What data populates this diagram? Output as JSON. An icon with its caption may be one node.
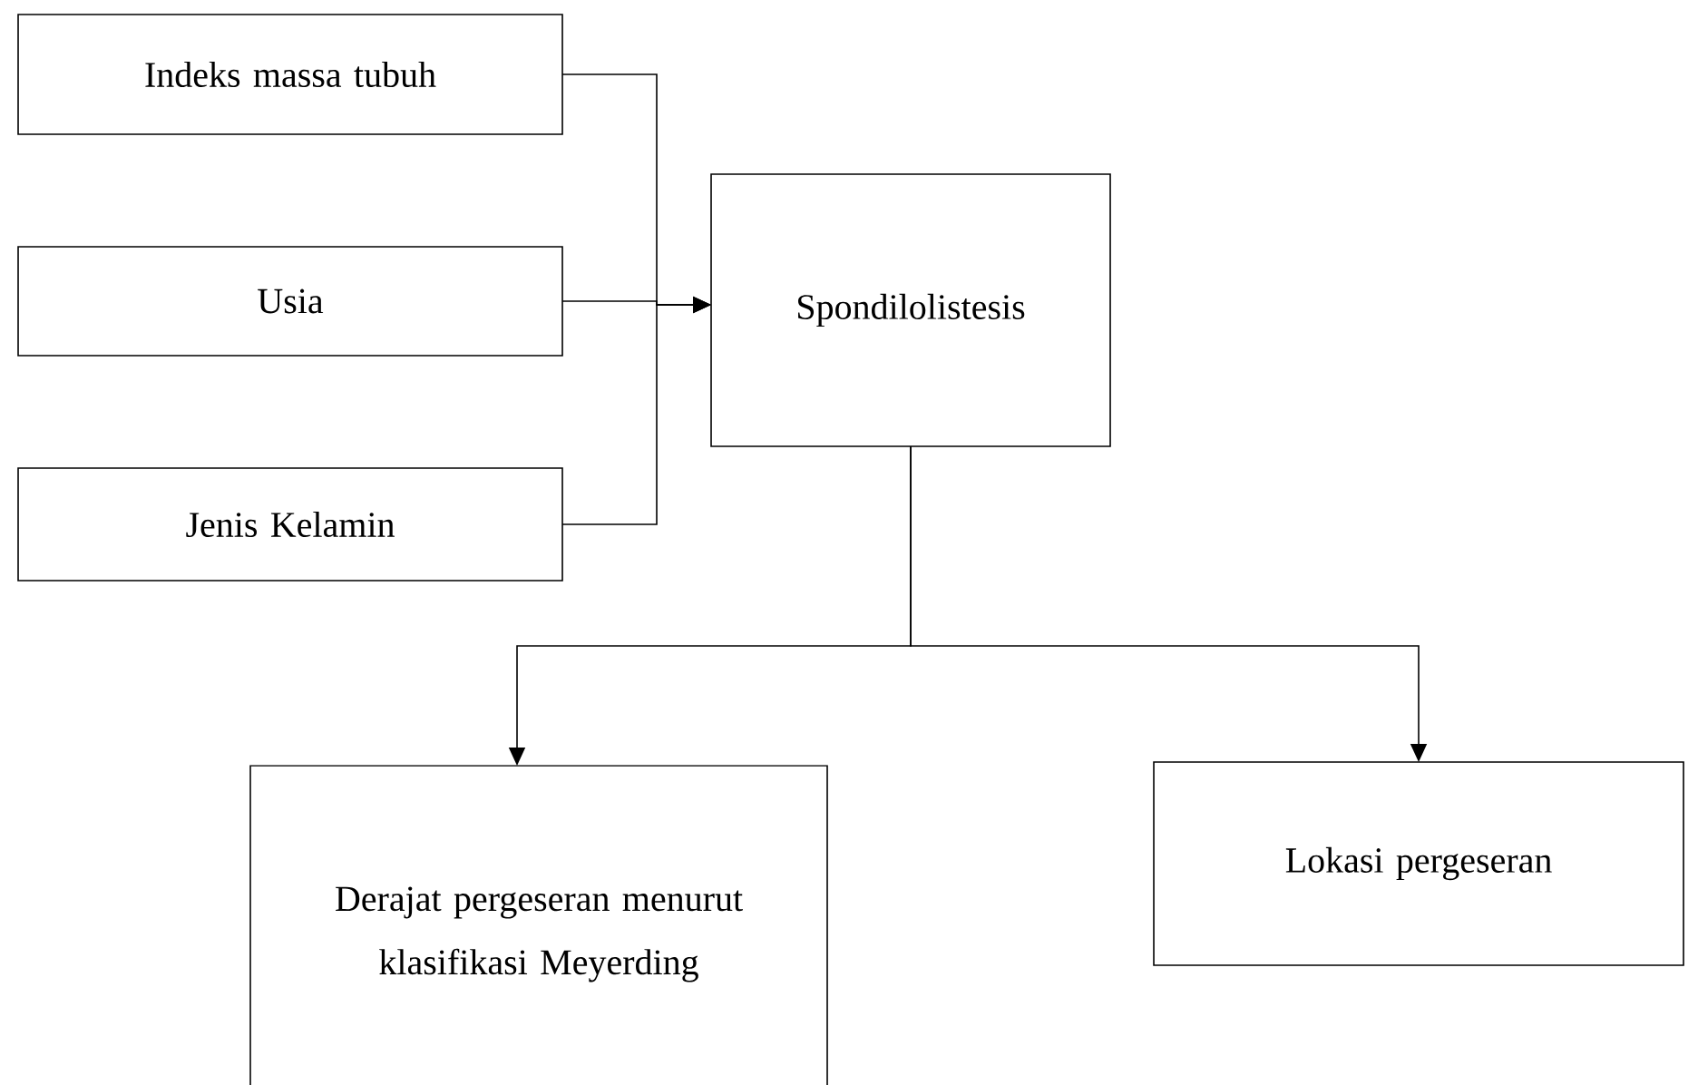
{
  "diagram": {
    "nodes": [
      {
        "text": [
          "Indeks massa tubuh"
        ]
      },
      {
        "text": [
          "Usia"
        ]
      },
      {
        "text": [
          "Jenis Kelamin"
        ]
      },
      {
        "text": [
          "Spondilolistesis"
        ]
      },
      {
        "text": [
          "Derajat pergeseran menurut klasifikasi Meyerding"
        ]
      },
      {
        "text": [
          "Lokasi pergeseran"
        ]
      }
    ],
    "edges": [
      {
        "from": 0,
        "to": 3,
        "arrow": "to"
      },
      {
        "from": 1,
        "to": 3,
        "arrow": "to"
      },
      {
        "from": 2,
        "to": 3,
        "arrow": "to"
      },
      {
        "from": 3,
        "to": 4,
        "arrow": "to"
      },
      {
        "from": 3,
        "to": 5,
        "arrow": "to"
      }
    ]
  }
}
